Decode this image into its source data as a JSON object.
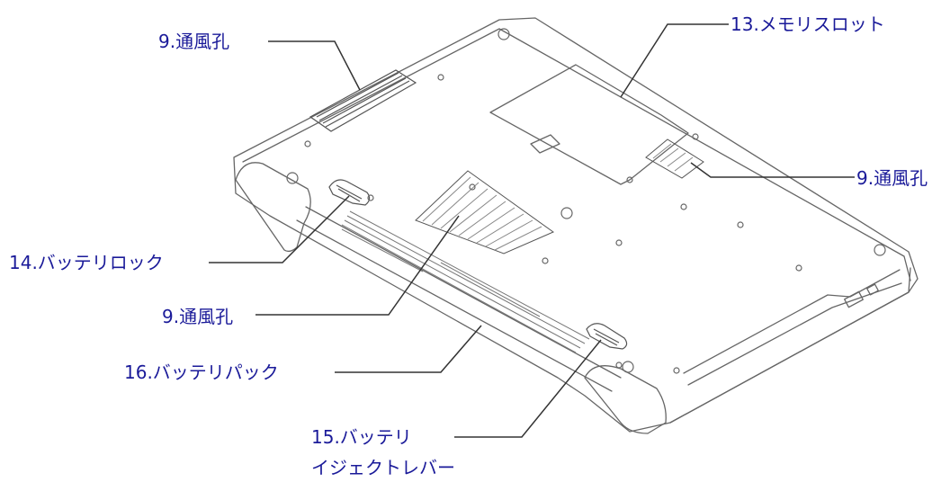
{
  "colors": {
    "label": "#1a1a99",
    "line": "#333333",
    "drawing": "#666666"
  },
  "labels": {
    "vent_top_left": "9.通風孔",
    "memory_slot": "13.メモリスロット",
    "vent_right": "9.通風孔",
    "battery_lock": "14.バッテリロック",
    "vent_center": "9.通風孔",
    "battery_pack": "16.バッテリパック",
    "battery_eject_line1": "15.バッテリ",
    "battery_eject_line2": "イジェクトレバー"
  }
}
